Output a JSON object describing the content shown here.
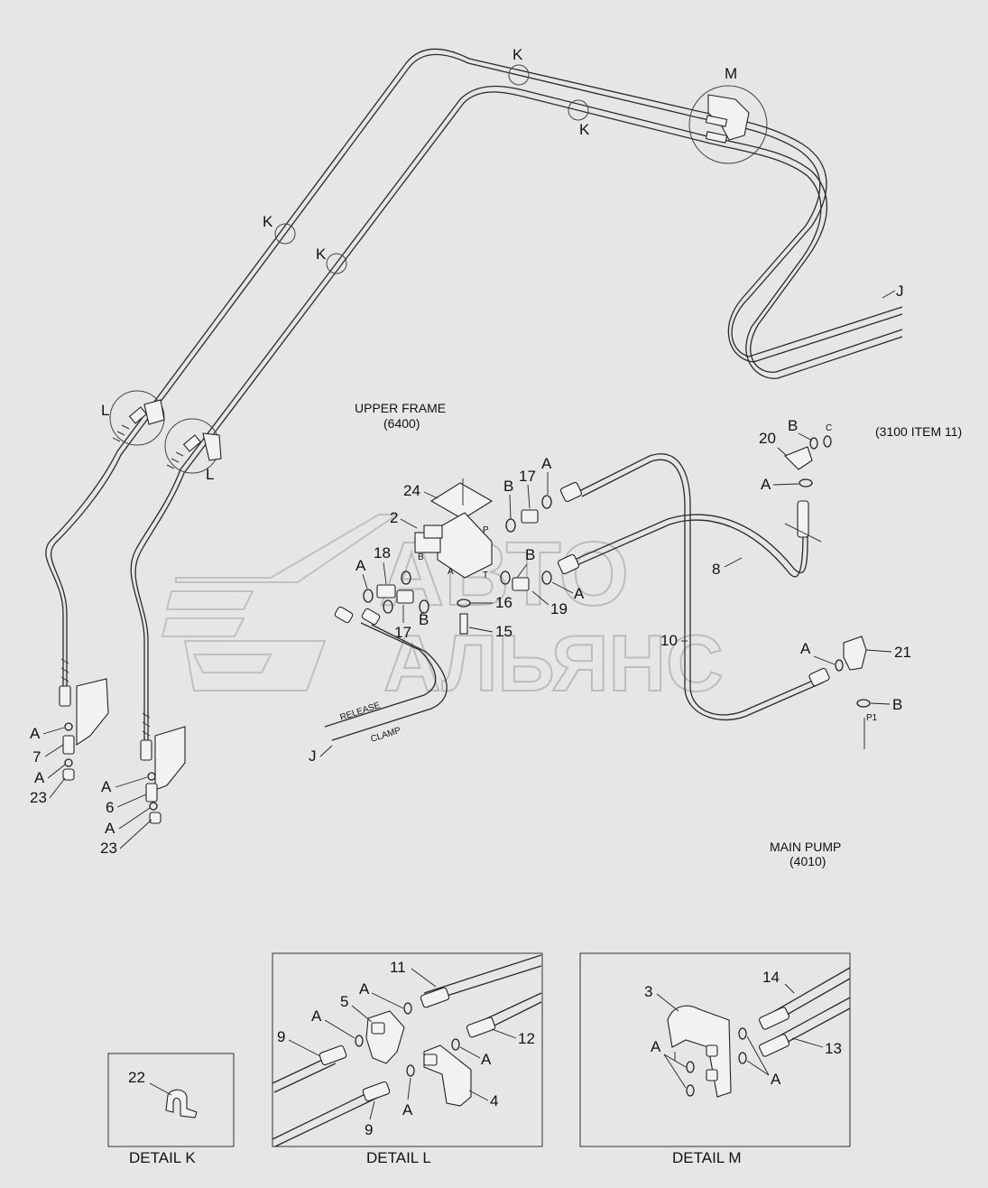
{
  "watermark": {
    "line1": "АВТО",
    "line2": "АЛЬЯНС"
  },
  "annotations": {
    "upper_frame": "UPPER FRAME",
    "upper_frame_code": "(6400)",
    "main_pump": "MAIN PUMP",
    "main_pump_code": "(4010)",
    "ref_3100": "(3100 ITEM 11)",
    "release": "RELEASE",
    "clamp": "CLAMP",
    "port_p": "P",
    "port_t": "T",
    "port_a": "A",
    "port_b": "B",
    "port_c": "C",
    "port_p1": "P1"
  },
  "detail_markers": {
    "k": "K",
    "l": "L",
    "m": "M",
    "j": "J"
  },
  "callouts": {
    "c2": "2",
    "c3": "3",
    "c4": "4",
    "c5": "5",
    "c6": "6",
    "c7": "7",
    "c8": "8",
    "c9": "9",
    "c10": "10",
    "c11": "11",
    "c12": "12",
    "c13": "13",
    "c14": "14",
    "c15": "15",
    "c16": "16",
    "c17": "17",
    "c18": "18",
    "c19": "19",
    "c20": "20",
    "c21": "21",
    "c22": "22",
    "c23": "23",
    "c24": "24",
    "a": "A",
    "b": "B"
  },
  "details": {
    "k": "DETAIL K",
    "l": "DETAIL L",
    "m": "DETAIL M"
  }
}
